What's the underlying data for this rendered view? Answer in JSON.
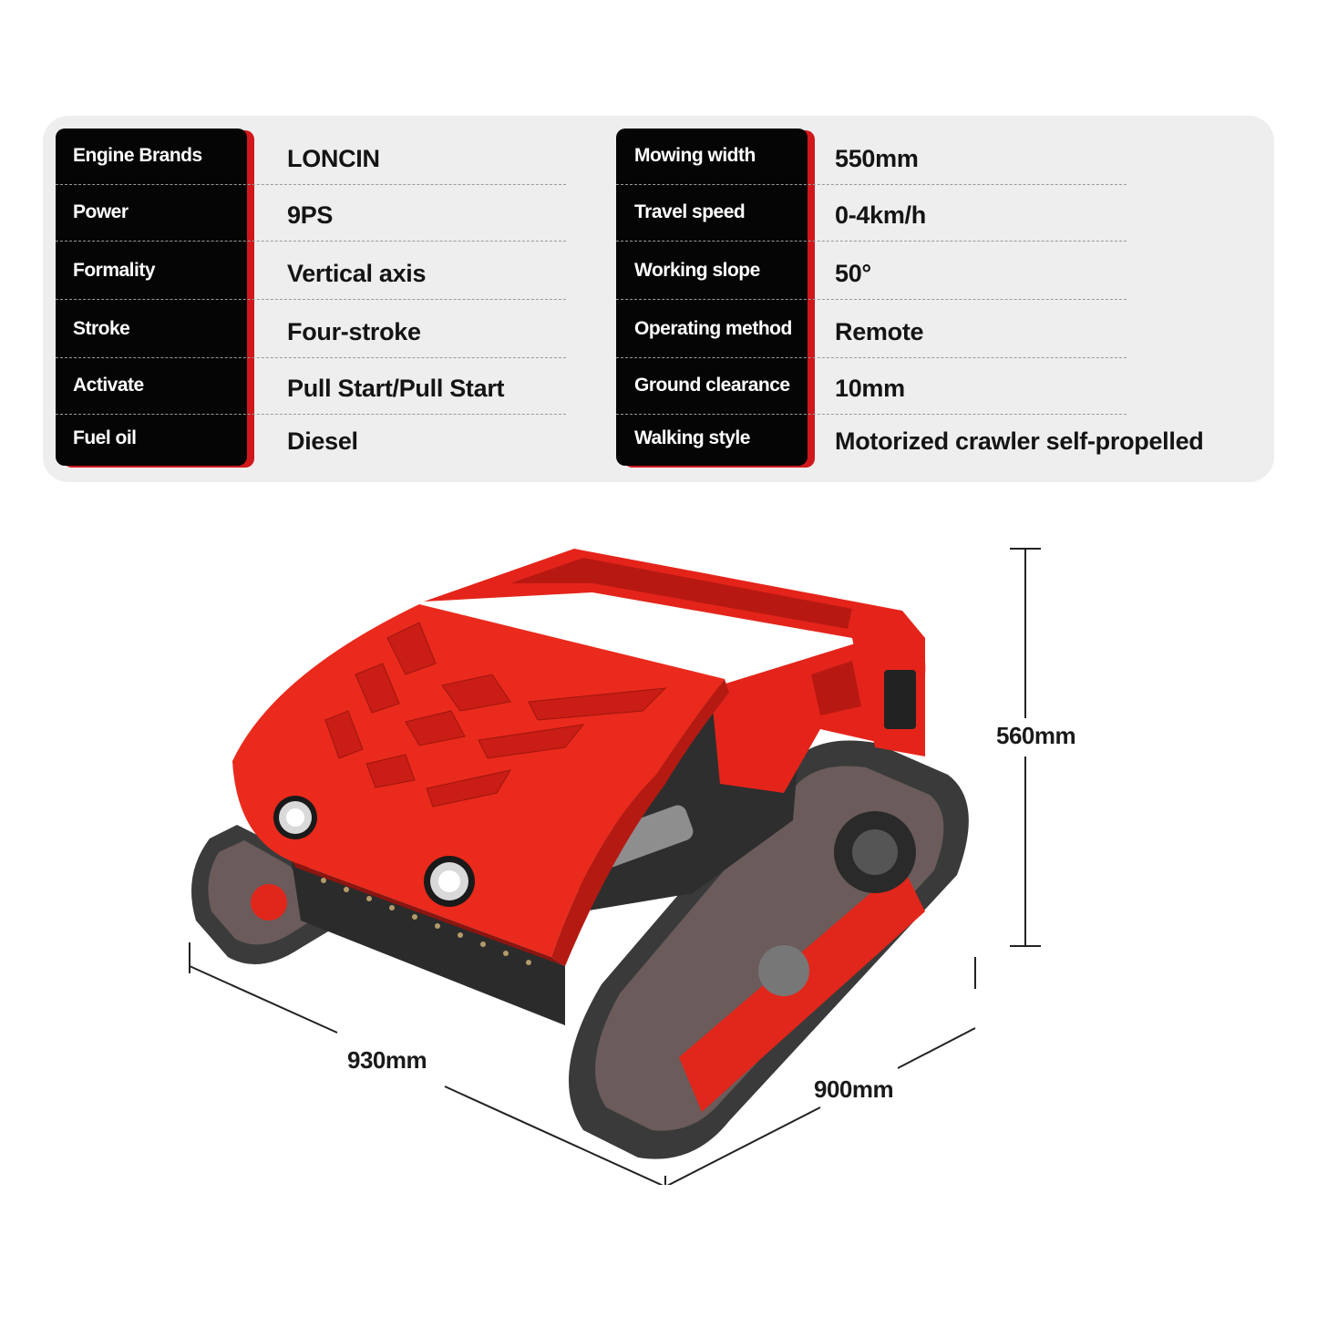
{
  "specs_left": [
    {
      "label": "Engine Brands",
      "value": "LONCIN"
    },
    {
      "label": "Power",
      "value": "9PS"
    },
    {
      "label": "Formality",
      "value": "Vertical axis"
    },
    {
      "label": "Stroke",
      "value": "Four-stroke"
    },
    {
      "label": "Activate",
      "value": "Pull Start/Pull Start"
    },
    {
      "label": "Fuel oil",
      "value": "Diesel"
    }
  ],
  "specs_right": [
    {
      "label": "Mowing width",
      "value": "550mm"
    },
    {
      "label": "Travel speed",
      "value": "0-4km/h"
    },
    {
      "label": "Working slope",
      "value": "50°"
    },
    {
      "label": "Operating method",
      "value": "Remote"
    },
    {
      "label": "Ground clearance",
      "value": "10mm"
    },
    {
      "label": "Walking style",
      "value": "Motorized crawler self-propelled"
    }
  ],
  "dimensions": {
    "height": "560mm",
    "length": "930mm",
    "width": "900mm"
  },
  "colors": {
    "body_red": "#e8221a",
    "label_black": "#050505",
    "accent_red": "#d0171b",
    "panel_gray": "#eeeeee"
  }
}
